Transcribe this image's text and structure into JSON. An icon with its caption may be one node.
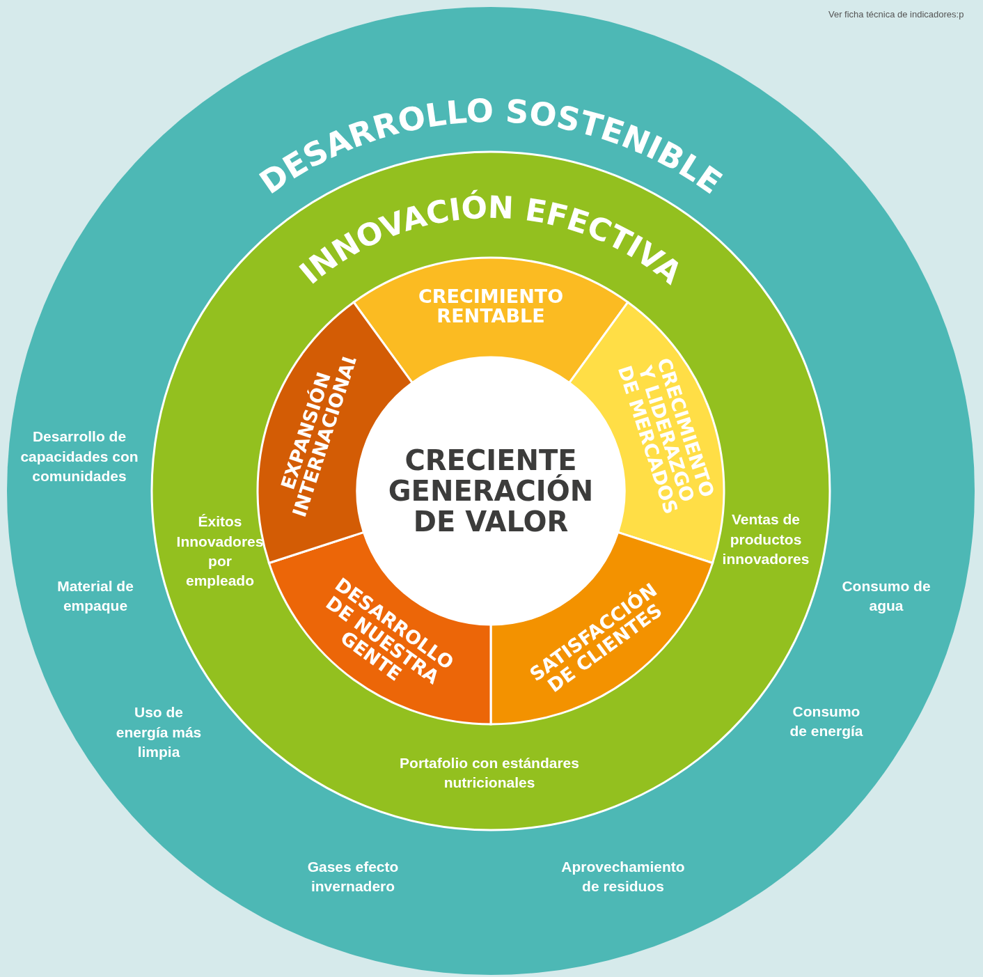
{
  "diagram": {
    "nodes": [
      {
        "text": [
          "DESARROLLO SOSTENIBLE",
          "Desarrollo de capacidades con comunidades",
          "Material de empaque",
          "Uso de energía más limpia",
          "Gases efecto invernadero",
          "Aprovechamiento de residuos",
          "Consumo de energía",
          "Consumo de agua"
        ]
      },
      {
        "text": [
          "INNOVACIÓN EFECTIVA",
          "Éxitos Innovadores por empleado",
          "Ventas de productos innovadores",
          "Portafolio con estándares nutricionales"
        ],
        "in": 0
      },
      {
        "text": [
          "CRECIMIENTO RENTABLE"
        ],
        "in": 1
      },
      {
        "text": [
          "CRECIMIENTO Y LIDERAZGO DE MERCADOS"
        ],
        "in": 1
      },
      {
        "text": [
          "SATISFACCIÓN DE CLIENTES"
        ],
        "in": 1
      },
      {
        "text": [
          "DESARROLLO DE NUESTRA GENTE"
        ],
        "in": 1
      },
      {
        "text": [
          "EXPANSIÓN INTERNACIONAL"
        ],
        "in": 1
      },
      {
        "text": [
          "CRECIENTE GENERACIÓN DE VALOR"
        ],
        "in": 1
      }
    ],
    "labels": [
      "Ver ficha técnica de indicadores:p"
    ]
  }
}
